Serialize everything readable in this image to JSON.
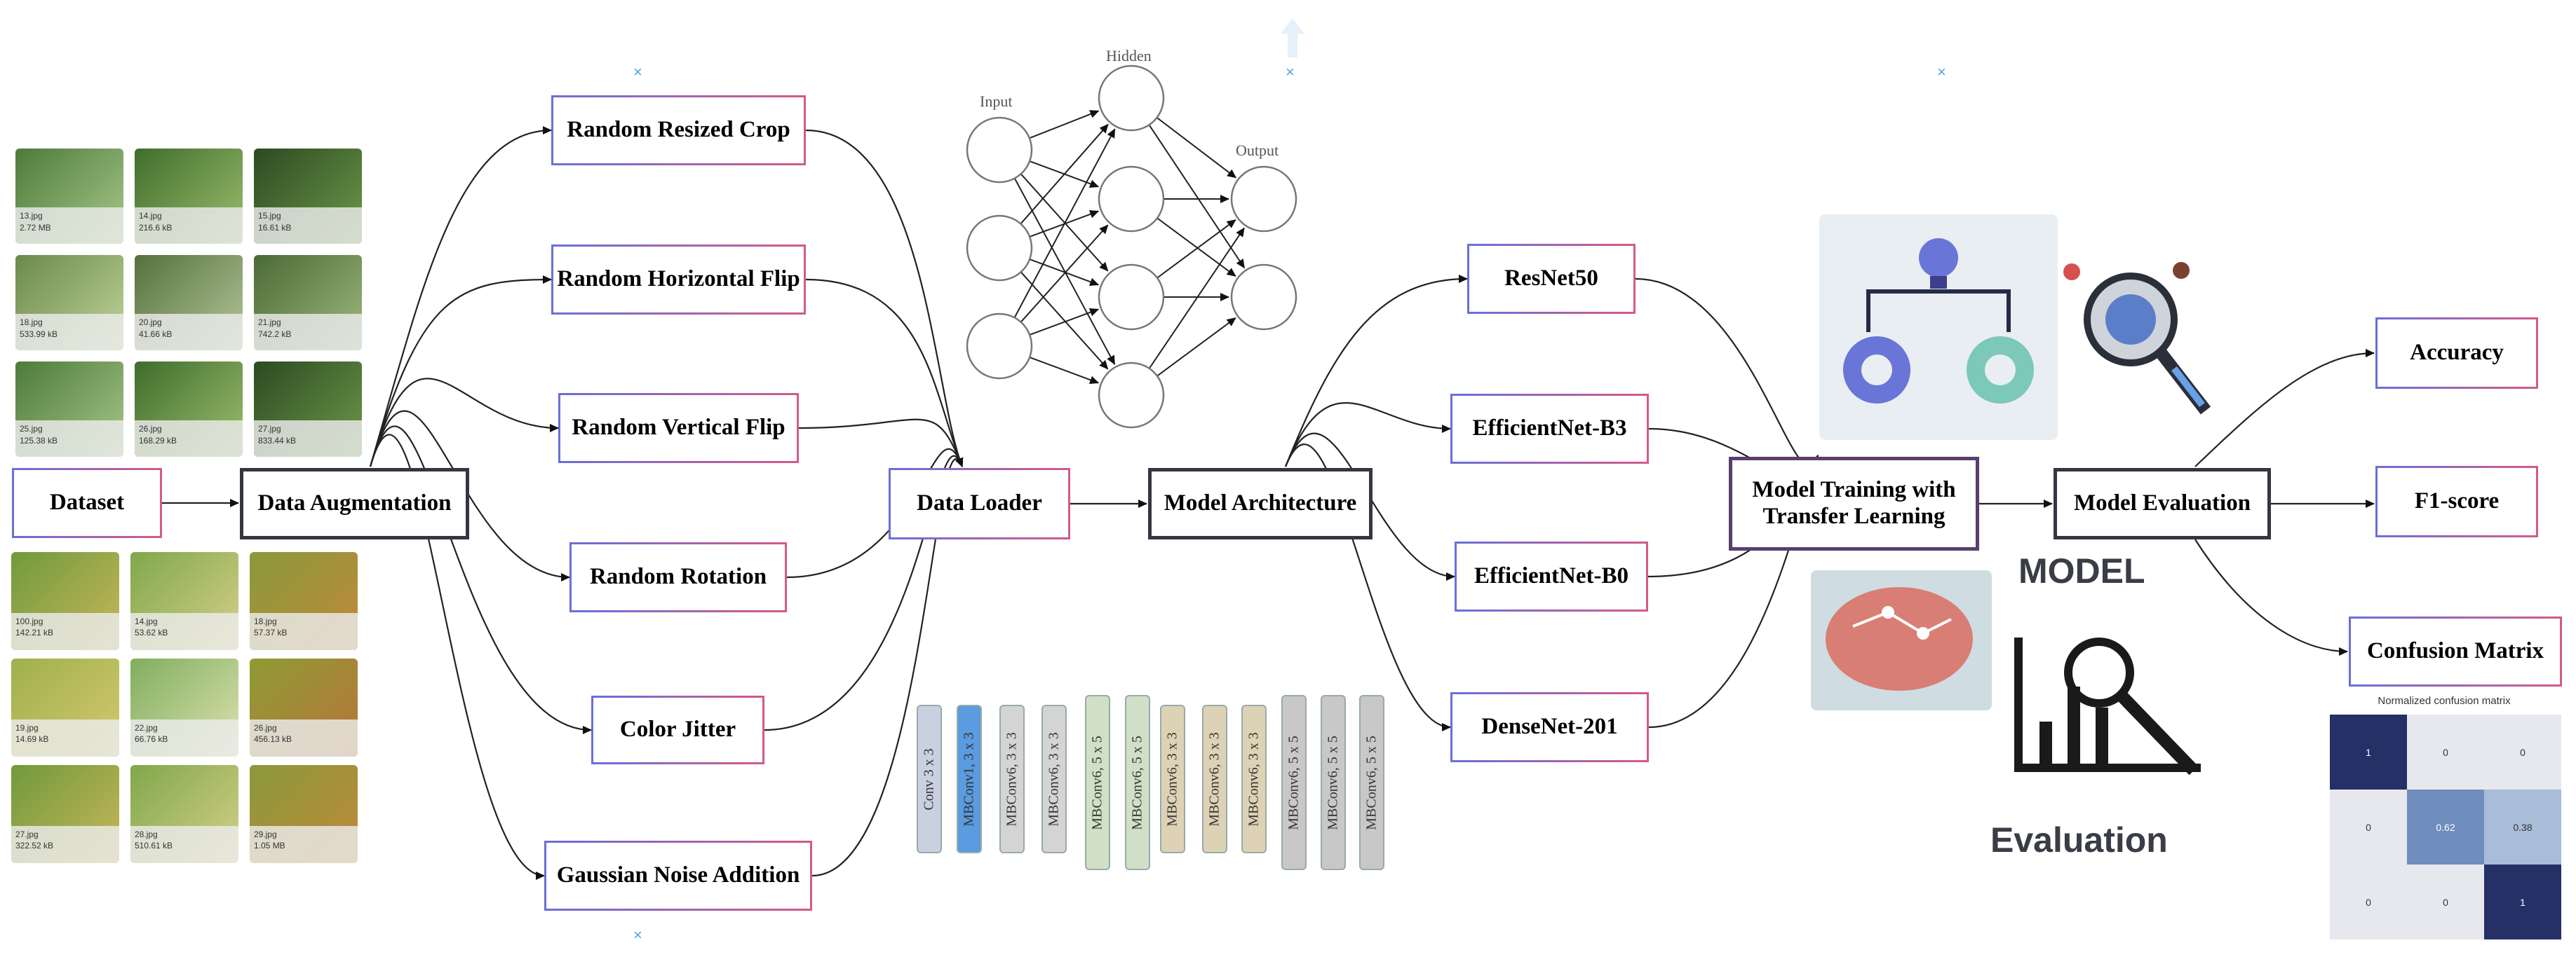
{
  "pipeline": {
    "dataset": "Dataset",
    "augmentation": "Data Augmentation",
    "aug_methods": [
      "Random Resized Crop",
      "Random Horizontal Flip",
      "Random Vertical Flip",
      "Random Rotation",
      "Color Jitter",
      "Gaussian Noise Addition"
    ],
    "loader": "Data Loader",
    "architecture": "Model Architecture",
    "models": [
      "ResNet50",
      "EfficientNet-B3",
      "EfficientNet-B0",
      "DenseNet-201"
    ],
    "training": "Model Training with Transfer Learning",
    "evaluation": "Model Evaluation",
    "metrics": [
      "Accuracy",
      "F1-score",
      "Confusion Matrix"
    ]
  },
  "dataset_thumbs_top": [
    {
      "name": "13.jpg",
      "size": "2.72 MB"
    },
    {
      "name": "14.jpg",
      "size": "216.6 kB"
    },
    {
      "name": "15.jpg",
      "size": "16.61 kB"
    },
    {
      "name": "18.jpg",
      "size": "533.99 kB"
    },
    {
      "name": "20.jpg",
      "size": "41.66 kB"
    },
    {
      "name": "21.jpg",
      "size": "742.2 kB"
    },
    {
      "name": "25.jpg",
      "size": "125.38 kB"
    },
    {
      "name": "26.jpg",
      "size": "168.29 kB"
    },
    {
      "name": "27.jpg",
      "size": "833.44 kB"
    }
  ],
  "dataset_thumbs_bottom": [
    {
      "name": "100.jpg",
      "size": "142.21 kB"
    },
    {
      "name": "14.jpg",
      "size": "53.62 kB"
    },
    {
      "name": "18.jpg",
      "size": "57.37 kB"
    },
    {
      "name": "19.jpg",
      "size": "14.69 kB"
    },
    {
      "name": "22.jpg",
      "size": "66.76 kB"
    },
    {
      "name": "26.jpg",
      "size": "456.13 kB"
    },
    {
      "name": "27.jpg",
      "size": "322.52 kB"
    },
    {
      "name": "28.jpg",
      "size": "510.61 kB"
    },
    {
      "name": "29.jpg",
      "size": "1.05 MB"
    }
  ],
  "neural_net": {
    "input": "Input",
    "hidden": "Hidden",
    "output": "Output"
  },
  "cnn_blocks": [
    "Conv 3 x 3",
    "MBConv1, 3 x 3",
    "MBConv6, 3 x 3",
    "MBConv6, 3 x 3",
    "MBConv6, 5 x 5",
    "MBConv6, 5 x 5",
    "MBConv6, 3 x 3",
    "MBConv6, 3 x 3",
    "MBConv6, 3 x 3",
    "MBConv6, 5 x 5",
    "MBConv6, 5 x 5",
    "MBConv6, 5 x 5"
  ],
  "cnn_colors": [
    "#c9d0e0",
    "#5b9bdf",
    "#d4d4d4",
    "#d4d4d4",
    "#cfe0c6",
    "#cfe0c6",
    "#ddd2b5",
    "#ddd2b5",
    "#ddd2b5",
    "#c8c8c8",
    "#c8c8c8",
    "#c8c8c8"
  ],
  "icon_labels": {
    "model": "MODEL",
    "evaluation": "Evaluation"
  },
  "confusion_matrix": {
    "title": "Normalized confusion matrix",
    "values": [
      [
        "1",
        "0",
        "0"
      ],
      [
        "0",
        "0.62",
        "0.38"
      ],
      [
        "0",
        "0",
        "1"
      ]
    ],
    "colors": [
      [
        "#243066",
        "#e6e8ee",
        "#e6e8ee"
      ],
      [
        "#e6e8ee",
        "#6f8dbd",
        "#a9bcd8"
      ],
      [
        "#e6e8ee",
        "#e6e8ee",
        "#243066"
      ]
    ]
  },
  "misc": {
    "x_mark": "×"
  }
}
